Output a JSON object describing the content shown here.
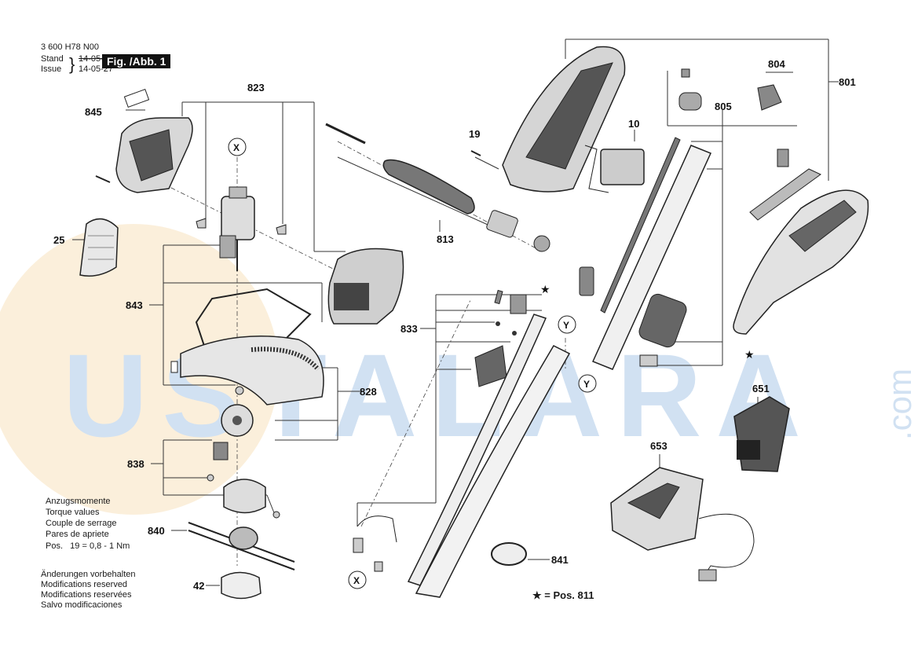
{
  "header": {
    "doc_number": "3 600 H78 N00",
    "stand_label": "Stand",
    "issue_label": "Issue",
    "stand_date": "14-05-20",
    "issue_date": "14-05-27",
    "fig_label": "Fig. /Abb. 1"
  },
  "torque": {
    "lines": [
      "Anzugsmomente",
      "Torque values",
      "Couple de serrage",
      "Pares de apriete"
    ],
    "pos_line": "Pos.   19 = 0,8 - 1 Nm"
  },
  "modifications": [
    "Änderungen vorbehalten",
    "Modifications reserved",
    "Modifications reservées",
    "Salvo modificaciones"
  ],
  "watermark": "USTALARA",
  "watermark_suffix": ".com",
  "part_numbers": {
    "p823": "823",
    "p845": "845",
    "p25": "25",
    "p843": "843",
    "p828": "828",
    "p838": "838",
    "p840": "840",
    "p42": "42",
    "p19": "19",
    "p10": "10",
    "p813": "813",
    "p833": "833",
    "p841": "841",
    "p804": "804",
    "p805": "805",
    "p801": "801",
    "p651": "651",
    "p653": "653"
  },
  "markers": {
    "x": "X",
    "y": "Y",
    "star": "★"
  },
  "legend": "★ = Pos. 811",
  "colors": {
    "watermark_blue": "#c9dcf0",
    "watermark_orange": "#f6ddb0",
    "line": "#333333"
  }
}
